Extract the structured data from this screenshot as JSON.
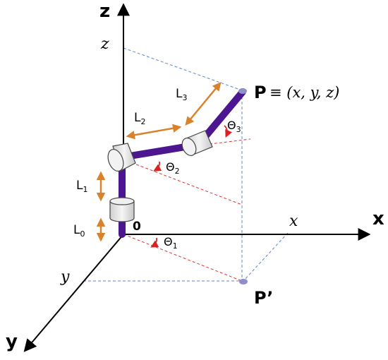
{
  "axes": {
    "z": "z",
    "x": "x",
    "y": "y"
  },
  "ticks": {
    "z": "z",
    "x": "x",
    "y": "y"
  },
  "origin": "0",
  "point_p": {
    "label": "P",
    "coords": "≡ (x, y, z)"
  },
  "point_p_prime": {
    "label": "P’"
  },
  "lengths": [
    {
      "base": "L",
      "sub": "0"
    },
    {
      "base": "L",
      "sub": "1"
    },
    {
      "base": "L",
      "sub": "2"
    },
    {
      "base": "L",
      "sub": "3"
    }
  ],
  "angles": [
    {
      "base": "Θ",
      "sub": "1"
    },
    {
      "base": "Θ",
      "sub": "2"
    },
    {
      "base": "Θ",
      "sub": "3"
    }
  ],
  "colors": {
    "link": "#4b1690",
    "joint_fill": "#e6e6e6",
    "length_arrow": "#d9822b",
    "angle_arrow": "#e02020",
    "projection_blue": "#5b86c8",
    "projection_red": "#e03030",
    "axis": "#000000",
    "point": "#8e8ec8"
  }
}
